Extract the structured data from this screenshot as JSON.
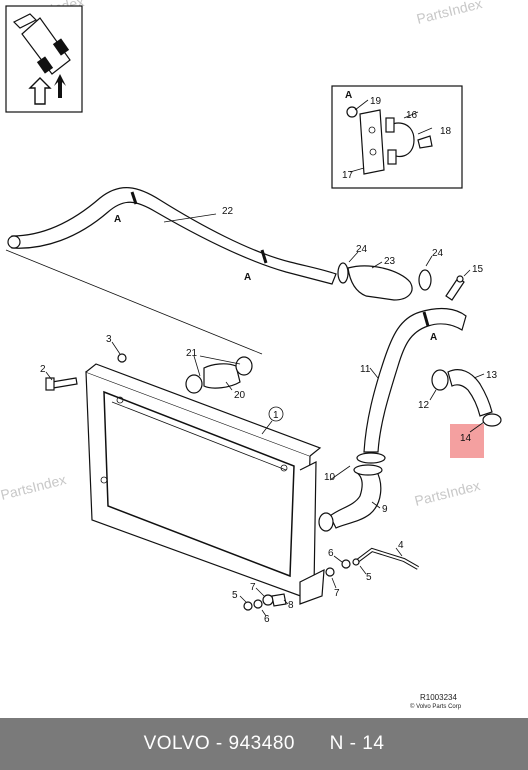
{
  "diagram": {
    "watermarks": [
      "PartsIndex",
      "PartsIndex",
      "PartsIndex",
      "PartsIndex"
    ],
    "callouts": {
      "c1": "1",
      "c2": "2",
      "c3": "3",
      "c4": "4",
      "c5a": "5",
      "c5b": "5",
      "c6a": "6",
      "c6b": "6",
      "c7a": "7",
      "c7b": "7",
      "c8": "8",
      "c9": "9",
      "c10": "10",
      "c11": "11",
      "c12": "12",
      "c13": "13",
      "c14": "14",
      "c15": "15",
      "c16": "16",
      "c17": "17",
      "c18": "18",
      "c19": "19",
      "c20": "20",
      "c21": "21",
      "c22": "22",
      "c23": "23",
      "c24a": "24",
      "c24b": "24"
    },
    "section_marks": {
      "a1": "A",
      "a2": "A",
      "a3": "A",
      "a_inset": "A"
    },
    "reference_code": "R1003234",
    "copyright": "© Volvo Parts Corp",
    "highlight_color": "#f4a0a0"
  },
  "footer": {
    "brand": "VOLVO",
    "sep": " - ",
    "part_number": "943480",
    "position": "N - 14"
  }
}
